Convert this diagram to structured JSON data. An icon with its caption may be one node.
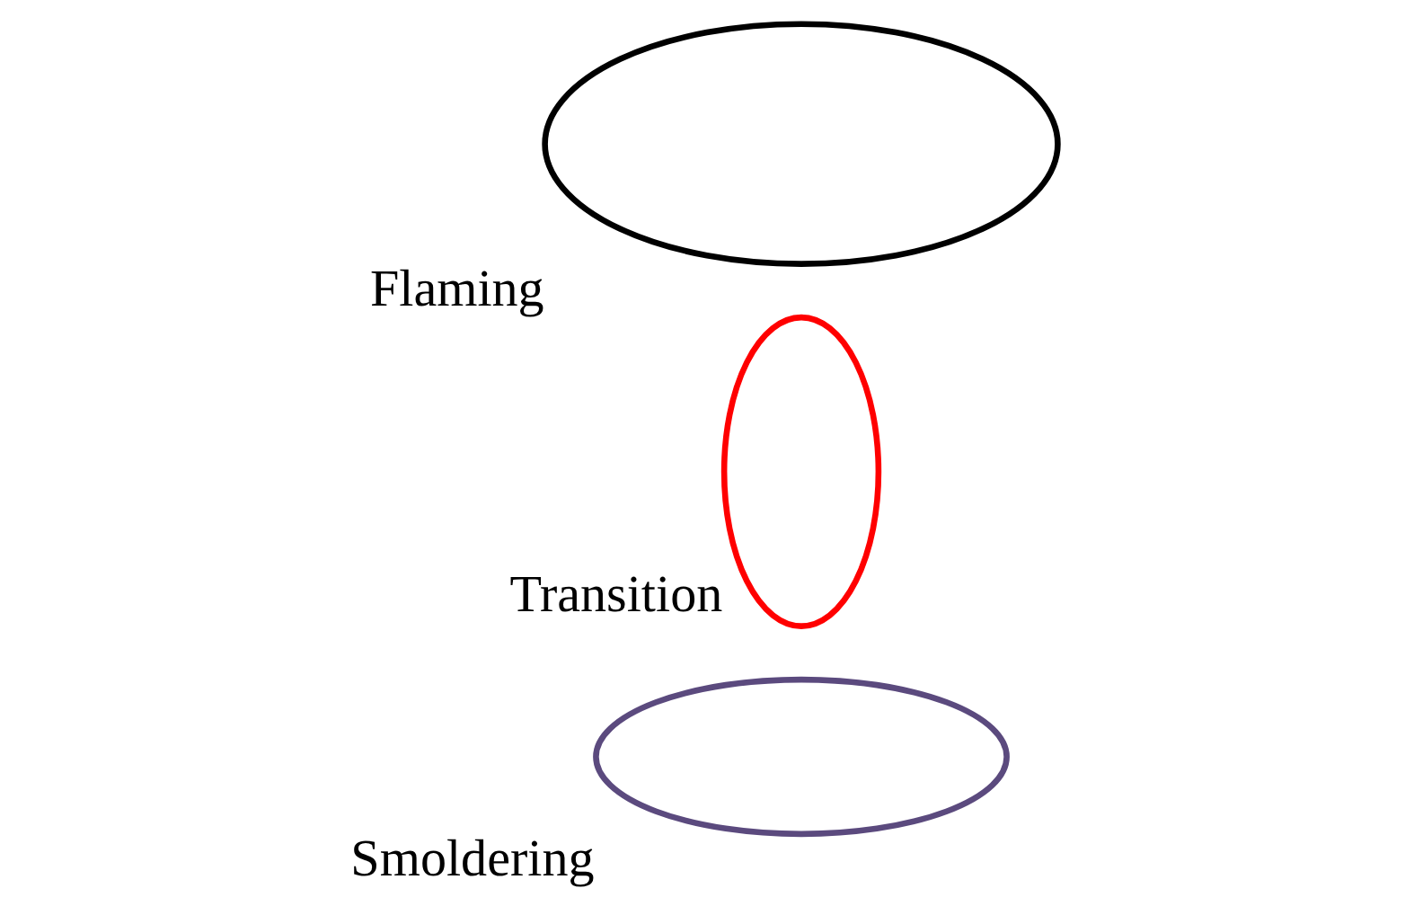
{
  "diagram": {
    "nodes": [
      {
        "text": [
          "Smoldering"
        ]
      },
      {
        "text": [
          "Transition"
        ]
      },
      {
        "text": [
          "Flaming"
        ]
      }
    ],
    "edges": []
  }
}
